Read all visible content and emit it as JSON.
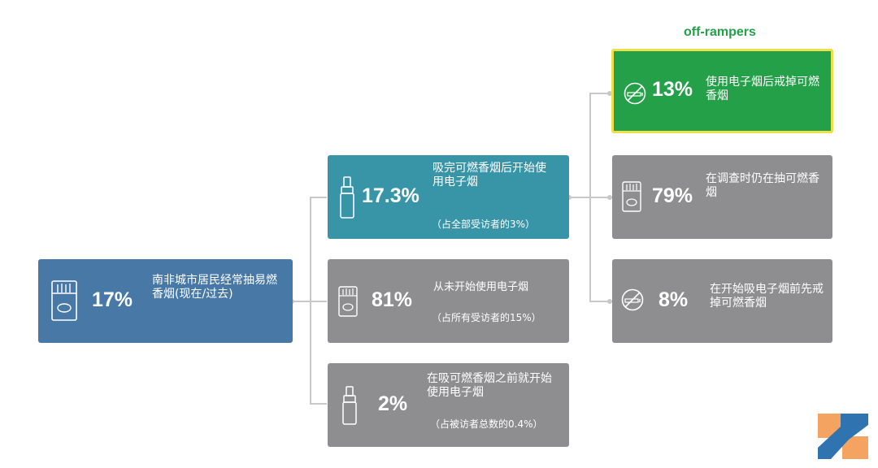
{
  "root": {
    "percent": "17%",
    "text": "南非城市居民经常抽易燃香烟(现在/过去)"
  },
  "middle": [
    {
      "percent": "17.3%",
      "text": "吸完可燃香烟后开始使用电子烟",
      "note": "（占全部受访者的3%）"
    },
    {
      "percent": "81%",
      "text": "从未开始使用电子烟",
      "note": "（占所有受访者的15%）"
    },
    {
      "percent": "2%",
      "text": "在吸可燃香烟之前就开始使用电子烟",
      "note": "（占被访者总数的0.4%）"
    }
  ],
  "right": [
    {
      "percent": "13%",
      "text": "使用电子烟后戒掉可燃香烟"
    },
    {
      "percent": "79%",
      "text": "在调查时仍在抽可燃香烟"
    },
    {
      "percent": "8%",
      "text": "在开始吸电子烟前先戒掉可燃香烟"
    }
  ],
  "highlight_label": "off-rampers",
  "colors": {
    "blue": "#4878a6",
    "teal": "#3895a8",
    "gray": "#8e8e90",
    "green": "#23a048",
    "outline": "#ede04a",
    "label": "#23a048",
    "line": "#c8c8c8"
  },
  "icons": [
    "cigarette-pack-icon",
    "vape-pen-icon",
    "no-smoking-icon",
    "logo-icon"
  ]
}
